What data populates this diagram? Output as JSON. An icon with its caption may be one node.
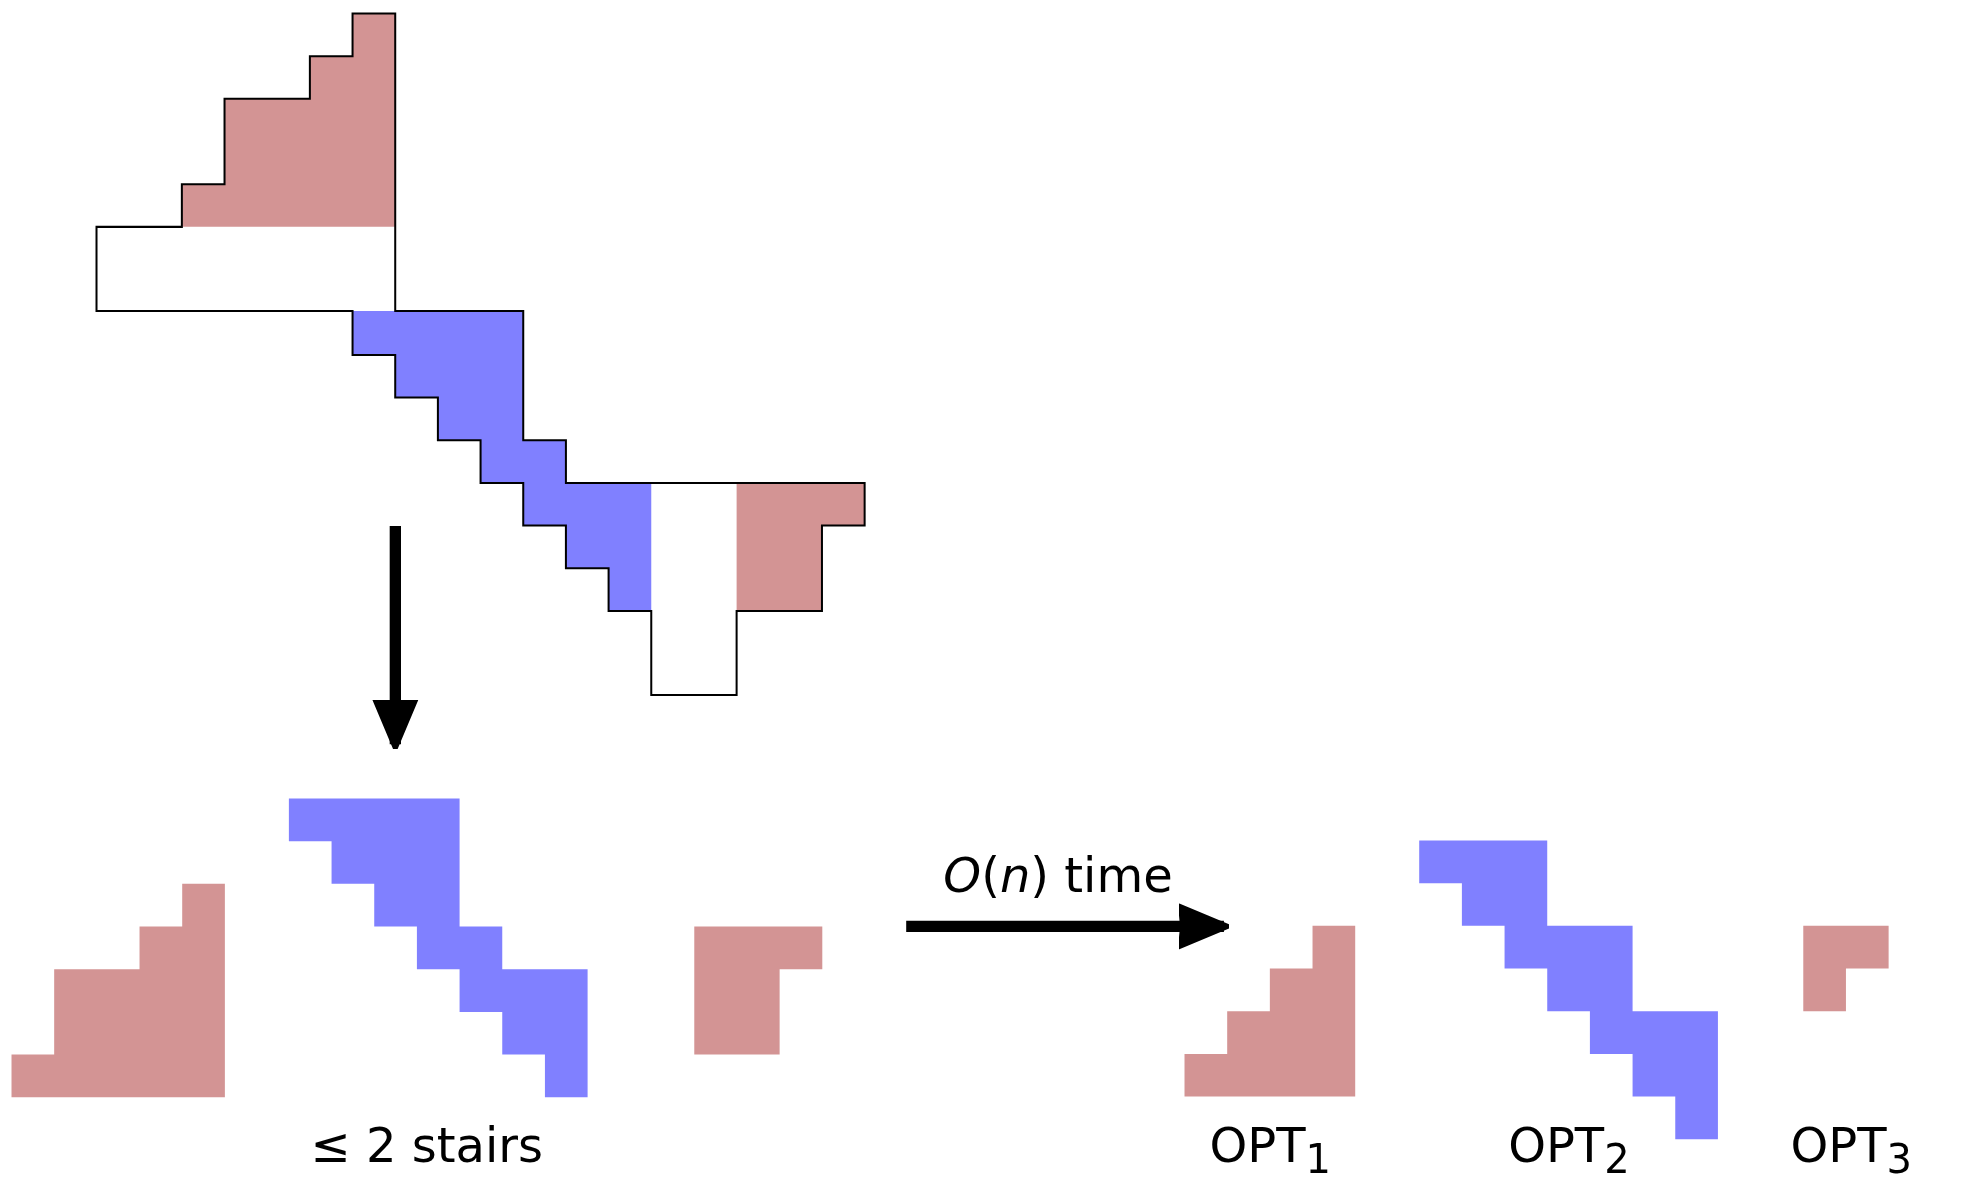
{
  "diagram": {
    "nodes": [
      {
        "text": [],
        "shape": "picture"
      },
      {
        "text": [],
        "shape": "picture",
        "beside": [
          "≤ 2 stairs"
        ]
      },
      {
        "text": [],
        "shape": "picture",
        "beside": [
          "OPT$_{1}$",
          "OPT$_{2}$",
          "OPT$_{3}$"
        ]
      }
    ],
    "edges": [
      {
        "from": 0,
        "to": 1,
        "arrow": "to"
      },
      {
        "from": 1,
        "to": 2,
        "arrow": "to",
        "label": "*O*(*n*) time"
      }
    ]
  }
}
